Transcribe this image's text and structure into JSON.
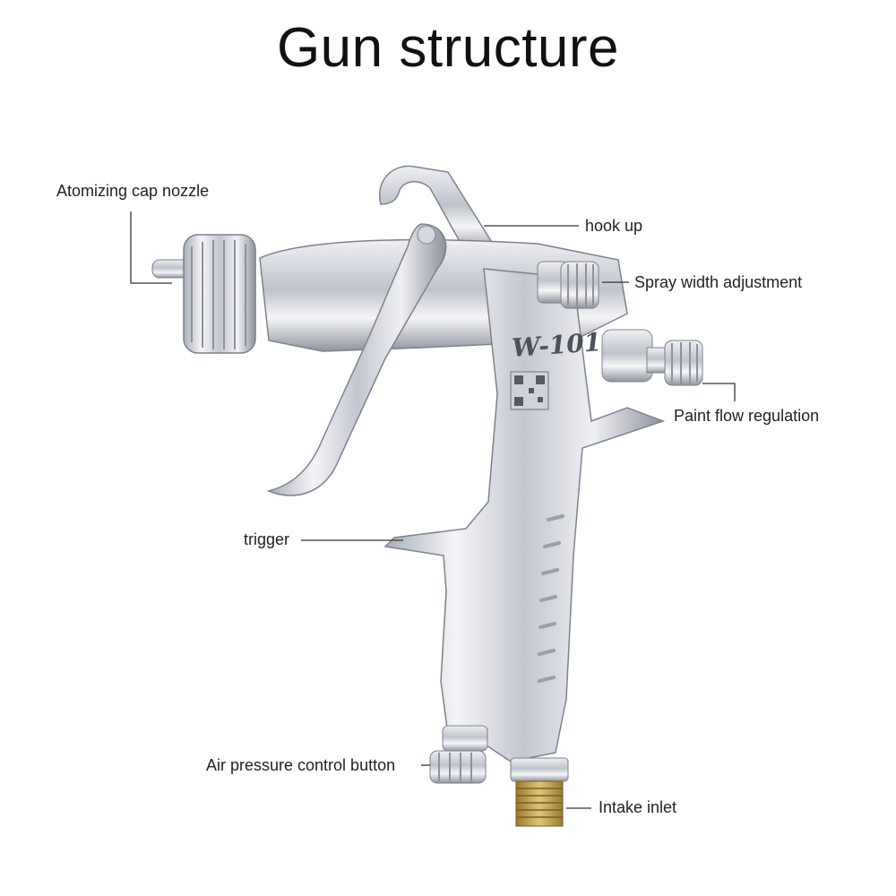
{
  "title": "Gun structure",
  "model_marking": "W-101",
  "labels": {
    "atomizing_cap_nozzle": "Atomizing cap nozzle",
    "hook_up": "hook up",
    "spray_width_adjustment": "Spray width adjustment",
    "paint_flow_regulation": "Paint flow regulation",
    "trigger": "trigger",
    "air_pressure_control_button": "Air pressure control button",
    "intake_inlet": "Intake inlet"
  },
  "colors": {
    "background": "#ffffff",
    "text": "#222222",
    "leader_line": "#333333",
    "metal_light": "#f2f3f6",
    "metal_mid": "#c9ccd3",
    "metal_dark": "#8a8f99",
    "brass": "#c8a14a"
  }
}
